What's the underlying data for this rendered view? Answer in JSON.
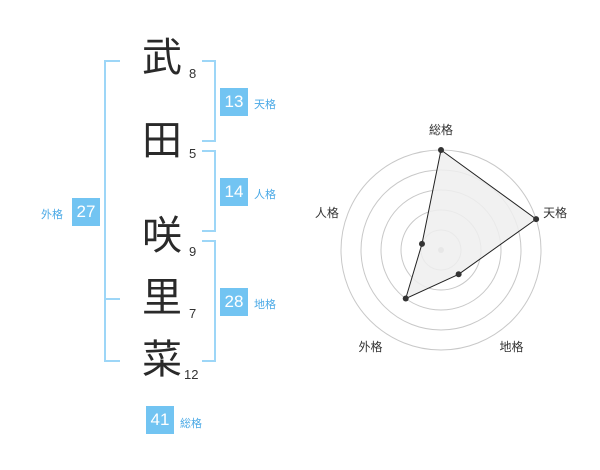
{
  "name": {
    "chars": [
      {
        "char": "武",
        "strokes": "8"
      },
      {
        "char": "田",
        "strokes": "5"
      },
      {
        "char": "咲",
        "strokes": "9"
      },
      {
        "char": "里",
        "strokes": "7"
      },
      {
        "char": "菜",
        "strokes": "12"
      }
    ]
  },
  "fortune": {
    "tenkaku": {
      "value": "13",
      "label": "天格"
    },
    "jinkaku": {
      "value": "14",
      "label": "人格"
    },
    "chikaku": {
      "value": "28",
      "label": "地格"
    },
    "gaikaku": {
      "value": "27",
      "label": "外格"
    },
    "soukaku": {
      "value": "41",
      "label": "総格"
    }
  },
  "chart_data": {
    "type": "radar",
    "axes": [
      "総格",
      "天格",
      "地格",
      "外格",
      "人格"
    ],
    "values": [
      5,
      5,
      1.5,
      3,
      1
    ],
    "max": 5,
    "rings": 5,
    "colors": {
      "ring": "#c8c8c8",
      "fill": "#efefef",
      "line": "#222222",
      "point": "#333333",
      "center": "#bbbbbb"
    }
  },
  "colors": {
    "accent": "#72c4f2",
    "bracket": "#9dd6f7",
    "label": "#4aa9e6"
  }
}
